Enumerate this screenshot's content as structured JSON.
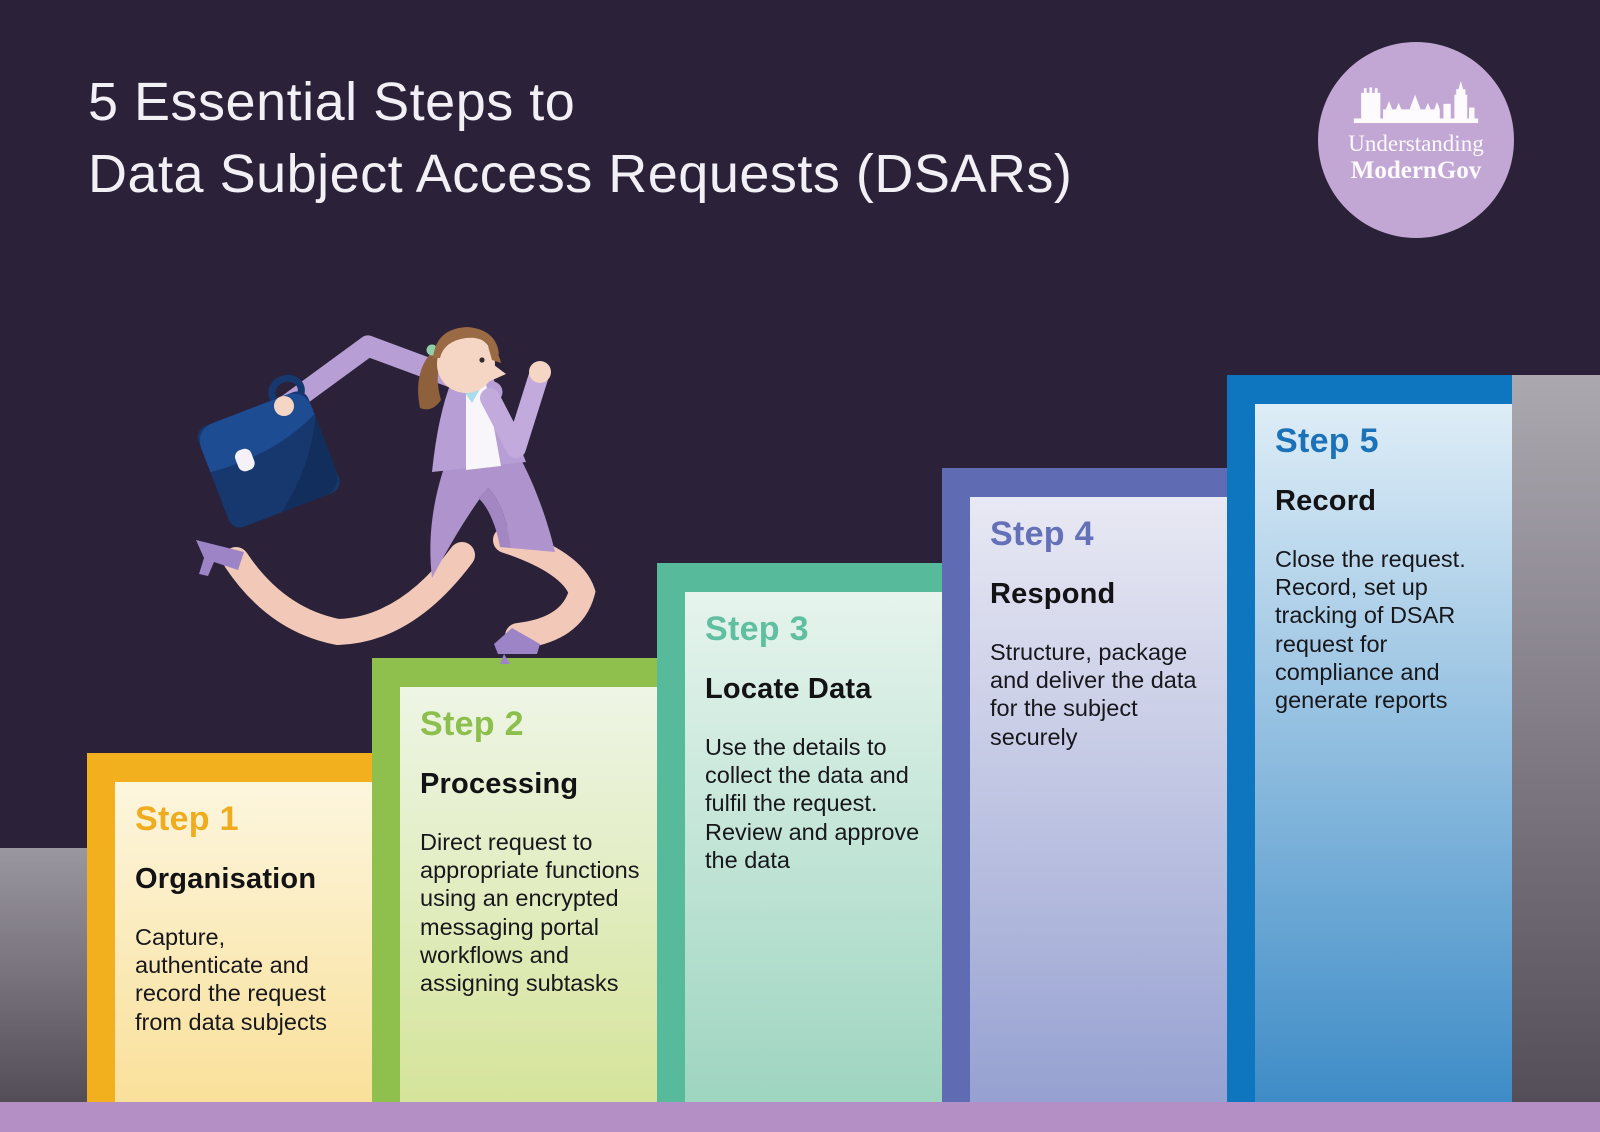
{
  "title": {
    "line1": "5 Essential Steps to",
    "line2": "Data Subject Access Requests (DSARs)"
  },
  "logo": {
    "icon": "westminster-skyline-icon",
    "line1": "Understanding",
    "line2": "ModernGov",
    "circle_color": "#C2A7D4"
  },
  "palette": {
    "background": "#2B2239",
    "title_text": "#F2EFF5",
    "bottom_bar": "#B38FC5",
    "wall_grey_top": "#ACA8B0",
    "wall_grey_bottom": "#544E59"
  },
  "steps": [
    {
      "label": "Step 1",
      "title": "Organisation",
      "body": "Capture, authenticate and record the request from data subjects",
      "accent": "#F2B01E",
      "accent_text": "#EFAC1E",
      "grad_top": "#FDF6DE",
      "grad_bottom": "#F9E09A"
    },
    {
      "label": "Step 2",
      "title": "Processing",
      "body": "Direct request to appropriate functions using an encrypted messaging portal workflows and assigning subtasks",
      "accent": "#8FBF4D",
      "accent_text": "#8CBF4D",
      "grad_top": "#EEF5E6",
      "grad_bottom": "#D5E49A"
    },
    {
      "label": "Step 3",
      "title": "Locate Data",
      "body": "Use the details to collect the data and fulfil the request. Review and approve the data",
      "accent": "#57BA9B",
      "accent_text": "#5FBFA0",
      "grad_top": "#E6F4ED",
      "grad_bottom": "#9ED5C0"
    },
    {
      "label": "Step 4",
      "title": "Respond",
      "body": "Structure, package and deliver the data for the subject securely",
      "accent": "#5F6BB3",
      "accent_text": "#6470B8",
      "grad_top": "#E9E9F4",
      "grad_bottom": "#96A1D1"
    },
    {
      "label": "Step 5",
      "title": "Record",
      "body": "Close the request. Record, set up tracking of DSAR request for compliance and generate reports",
      "accent": "#0E76BF",
      "accent_text": "#1B72B8",
      "grad_top": "#DEEDF7",
      "grad_bottom": "#3E8CC7"
    }
  ]
}
